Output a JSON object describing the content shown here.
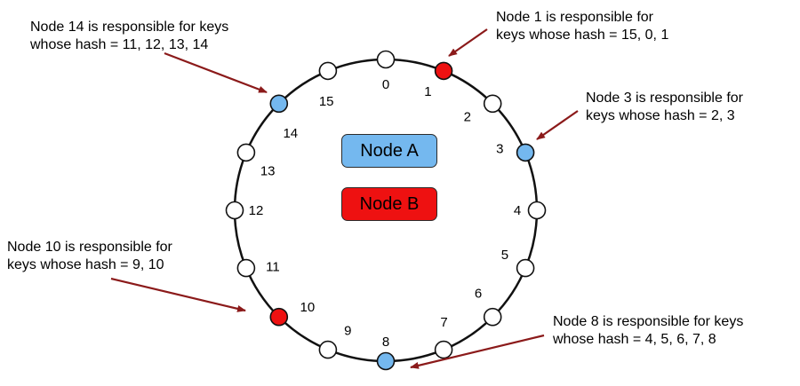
{
  "colors": {
    "node_a": "#74b8ef",
    "node_b": "#ee1111",
    "empty_slot": "#ffffff",
    "ring": "#111111",
    "arrow": "#8b1a1a"
  },
  "ring_slots": [
    {
      "label": "0",
      "node": "none"
    },
    {
      "label": "1",
      "node": "B"
    },
    {
      "label": "2",
      "node": "none"
    },
    {
      "label": "3",
      "node": "A"
    },
    {
      "label": "4",
      "node": "none"
    },
    {
      "label": "5",
      "node": "none"
    },
    {
      "label": "6",
      "node": "none"
    },
    {
      "label": "7",
      "node": "none"
    },
    {
      "label": "8",
      "node": "A"
    },
    {
      "label": "9",
      "node": "none"
    },
    {
      "label": "10",
      "node": "B"
    },
    {
      "label": "11",
      "node": "none"
    },
    {
      "label": "12",
      "node": "none"
    },
    {
      "label": "13",
      "node": "none"
    },
    {
      "label": "14",
      "node": "A"
    },
    {
      "label": "15",
      "node": "none"
    }
  ],
  "legend": {
    "node_a": "Node A",
    "node_b": "Node B"
  },
  "annotations": {
    "node14": {
      "line1": "Node 14 is responsible for keys",
      "line2": "whose hash = 11, 12, 13, 14"
    },
    "node1": {
      "line1": "Node 1 is responsible for",
      "line2": "keys whose hash = 15, 0, 1"
    },
    "node3": {
      "line1": "Node 3 is responsible for",
      "line2": "keys whose hash = 2, 3"
    },
    "node10": {
      "line1": "Node 10 is responsible for",
      "line2": "keys whose hash = 9, 10"
    },
    "node8": {
      "line1": "Node 8 is responsible for keys",
      "line2": "whose hash = 4, 5, 6, 7, 8"
    }
  }
}
